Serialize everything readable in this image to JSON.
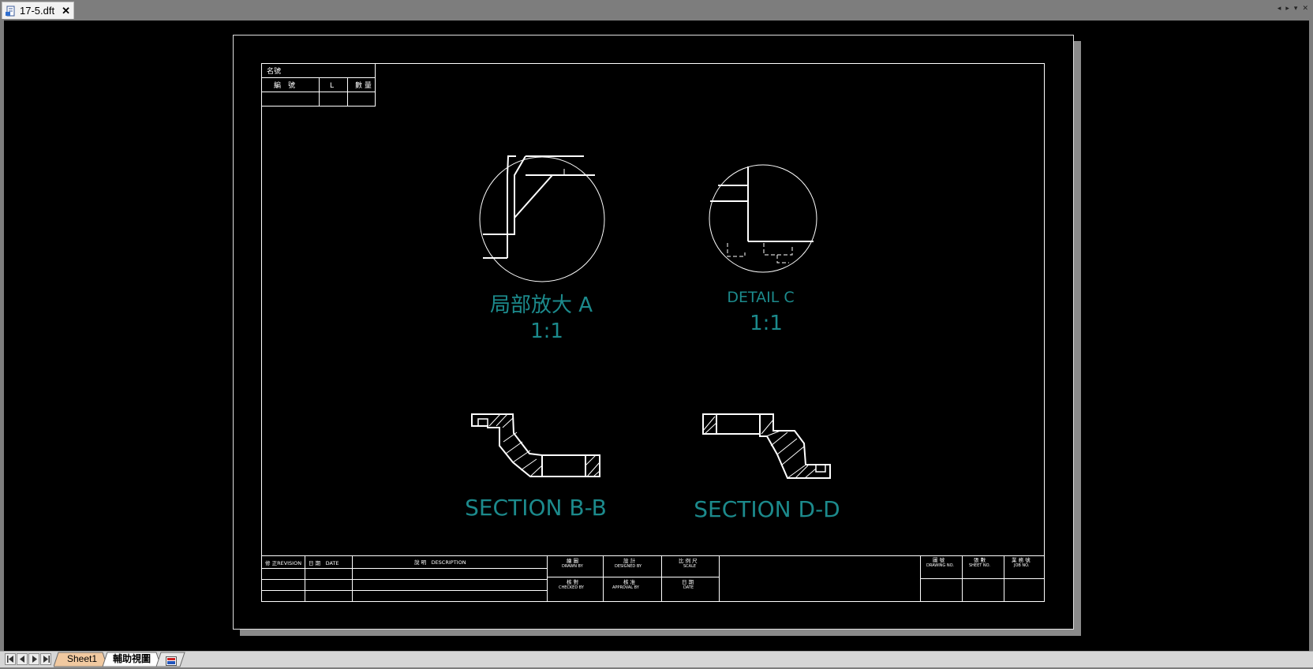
{
  "document_tab": {
    "title": "17-5.dft",
    "close_glyph": "✕",
    "icon": "draft-document-icon"
  },
  "window_controls": [
    "◂",
    "▸",
    "▾",
    "✕"
  ],
  "title_block": {
    "parts_list_header": "名號",
    "parts_list_columns": [
      "編　號",
      "L",
      "數 量"
    ],
    "revision": "修 正REVISION",
    "date_col": "日 期　DATE",
    "description": "說 明　DESCRIPTION",
    "drawn_zh": "繪 圖",
    "drawn_en": "DRAWN BY",
    "designed_zh": "設 計",
    "designed_en": "DESIGNED BY",
    "scale_zh": "比 例 尺",
    "scale_en": "SCALE",
    "checked_zh": "核 對",
    "checked_en": "CHECKED BY",
    "approval_zh": "核 准",
    "approval_en": "APPROVAL BY",
    "date2_zh": "日 期",
    "date2_en": "DATE",
    "drawing_no_zh": "圖 號",
    "drawing_no_en": "DRAWING NO.",
    "sheet_no_zh": "張 數",
    "sheet_no_en": "SHEET NO.",
    "job_no_zh": "業 務 號",
    "job_no_en": "JOB NO."
  },
  "views": {
    "detail_a_label": "局部放大 A",
    "detail_a_scale": "1:1",
    "detail_c_label": "DETAIL C",
    "detail_c_scale": "1:1",
    "section_b_label": "SECTION B-B",
    "section_d_label": "SECTION D-D"
  },
  "colors": {
    "view_label": "#1c8a8c",
    "line": "#ffffff",
    "canvas": "#000000"
  },
  "sheet_tabs": [
    {
      "label": "Sheet1",
      "active": false
    },
    {
      "label": "輔助視圖",
      "active": true
    }
  ],
  "nav_buttons": [
    "first-sheet",
    "previous-sheet",
    "next-sheet",
    "last-sheet"
  ]
}
